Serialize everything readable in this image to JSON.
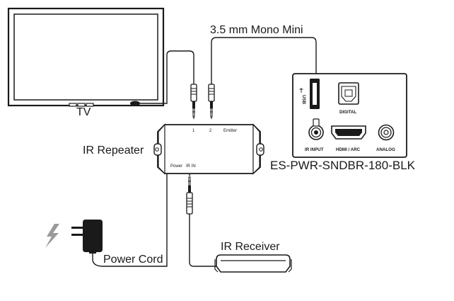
{
  "labels": {
    "cable": "3.5 mm Mono Mini",
    "tv": "TV",
    "ir_repeater": "IR Repeater",
    "product": "ES-PWR-SNDBR-180-BLK",
    "power_cord": "Power Cord",
    "ir_receiver": "IR Receiver"
  },
  "repeater_ports": {
    "port1": "1",
    "port2": "2",
    "emitter": "Emitter",
    "power": "Power",
    "ir_in": "IR IN"
  },
  "panel_ports": {
    "usb": "USB",
    "digital": "DIGITAL",
    "ir_input": "IR INPUT",
    "hdmi_arc": "HDMI / ARC",
    "analog": "ANALOG"
  },
  "icons": [
    "lightning-icon",
    "usb-icon",
    "power-adapter-icon"
  ],
  "colors": {
    "line": "#1a1a1a",
    "fill": "#ffffff",
    "accent_gray": "#9a9a9a"
  }
}
